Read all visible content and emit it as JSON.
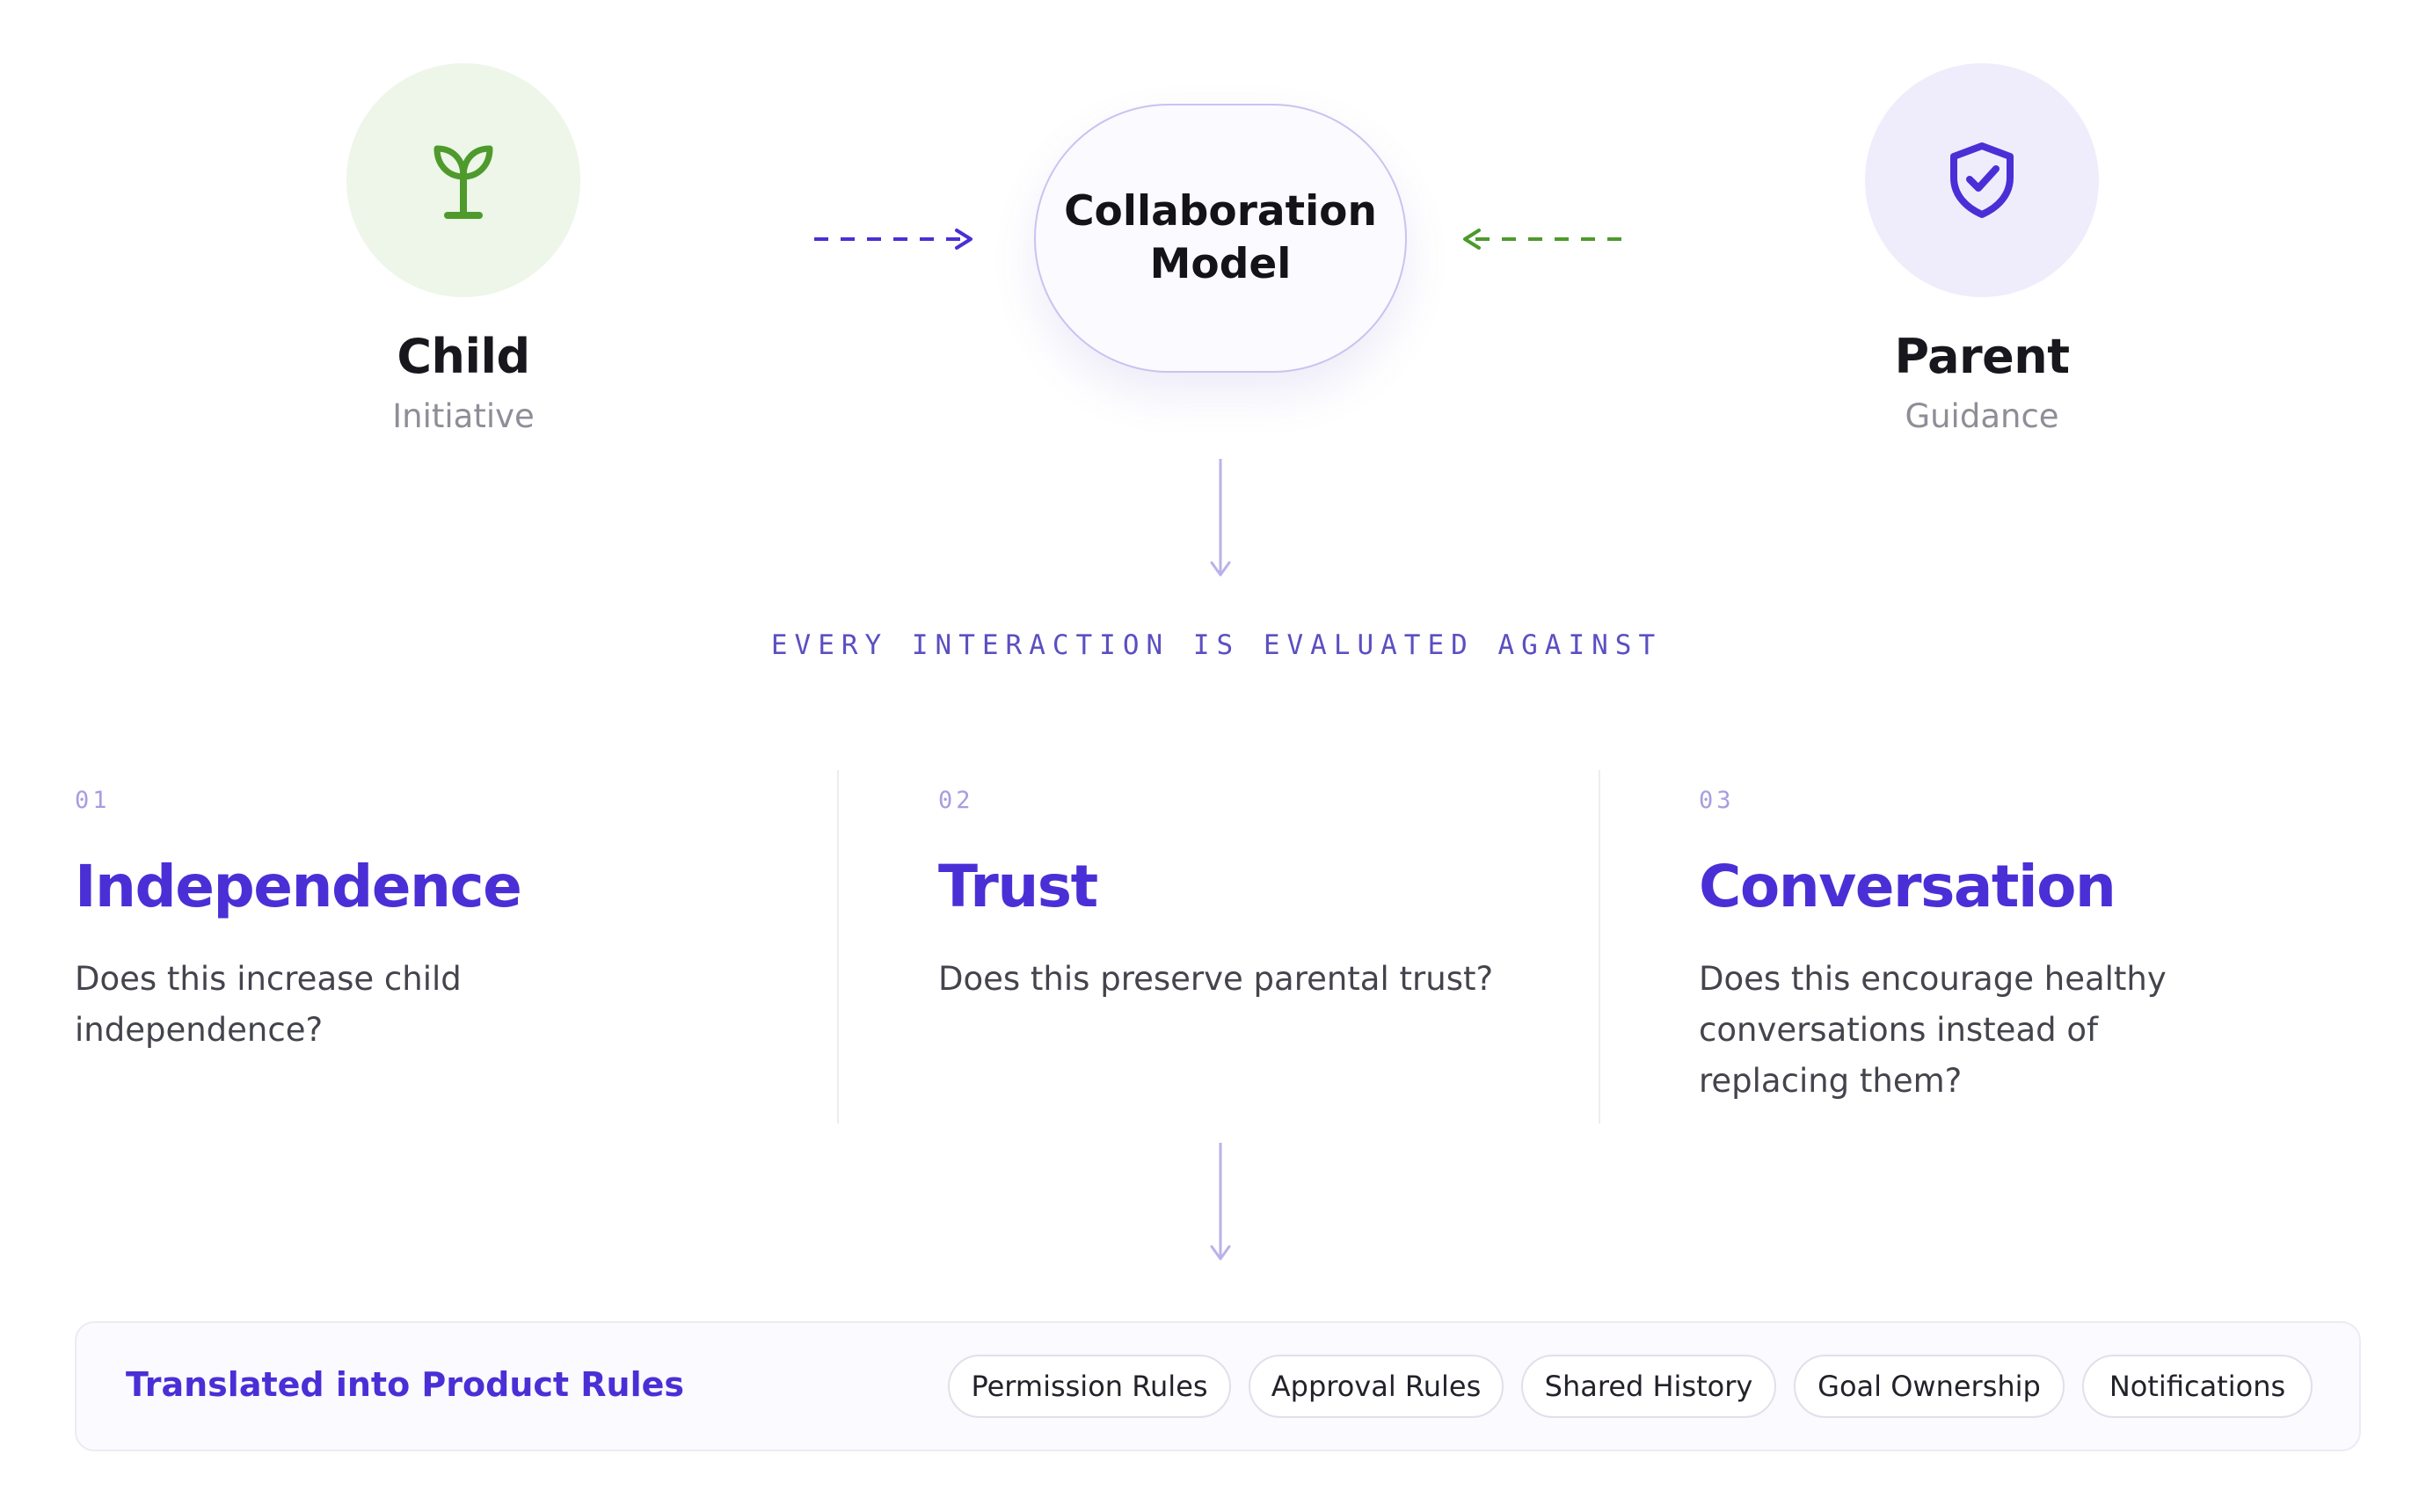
{
  "nodes": {
    "child": {
      "title": "Child",
      "subtitle": "Initiative",
      "icon": "sprout-icon",
      "color": "#4e9a2c"
    },
    "center": {
      "title": "Collaboration Model"
    },
    "parent": {
      "title": "Parent",
      "subtitle": "Guidance",
      "icon": "shield-check-icon",
      "color": "#4a2fd6"
    }
  },
  "evaluation": {
    "label": "EVERY INTERACTION IS EVALUATED AGAINST"
  },
  "criteria": [
    {
      "number": "01",
      "title": "Independence",
      "question": "Does this increase child independence?"
    },
    {
      "number": "02",
      "title": "Trust",
      "question": "Does this preserve parental trust?"
    },
    {
      "number": "03",
      "title": "Conversation",
      "question": "Does this encourage healthy conversations instead of replacing them?"
    }
  ],
  "rules": {
    "title": "Translated into Product Rules",
    "chips": [
      "Permission Rules",
      "Approval Rules",
      "Shared History",
      "Goal Ownership",
      "Notifications"
    ]
  },
  "colors": {
    "accent": "#4a2fd6",
    "green": "#4e9a2c",
    "arrow_light": "#b9b2ea"
  }
}
